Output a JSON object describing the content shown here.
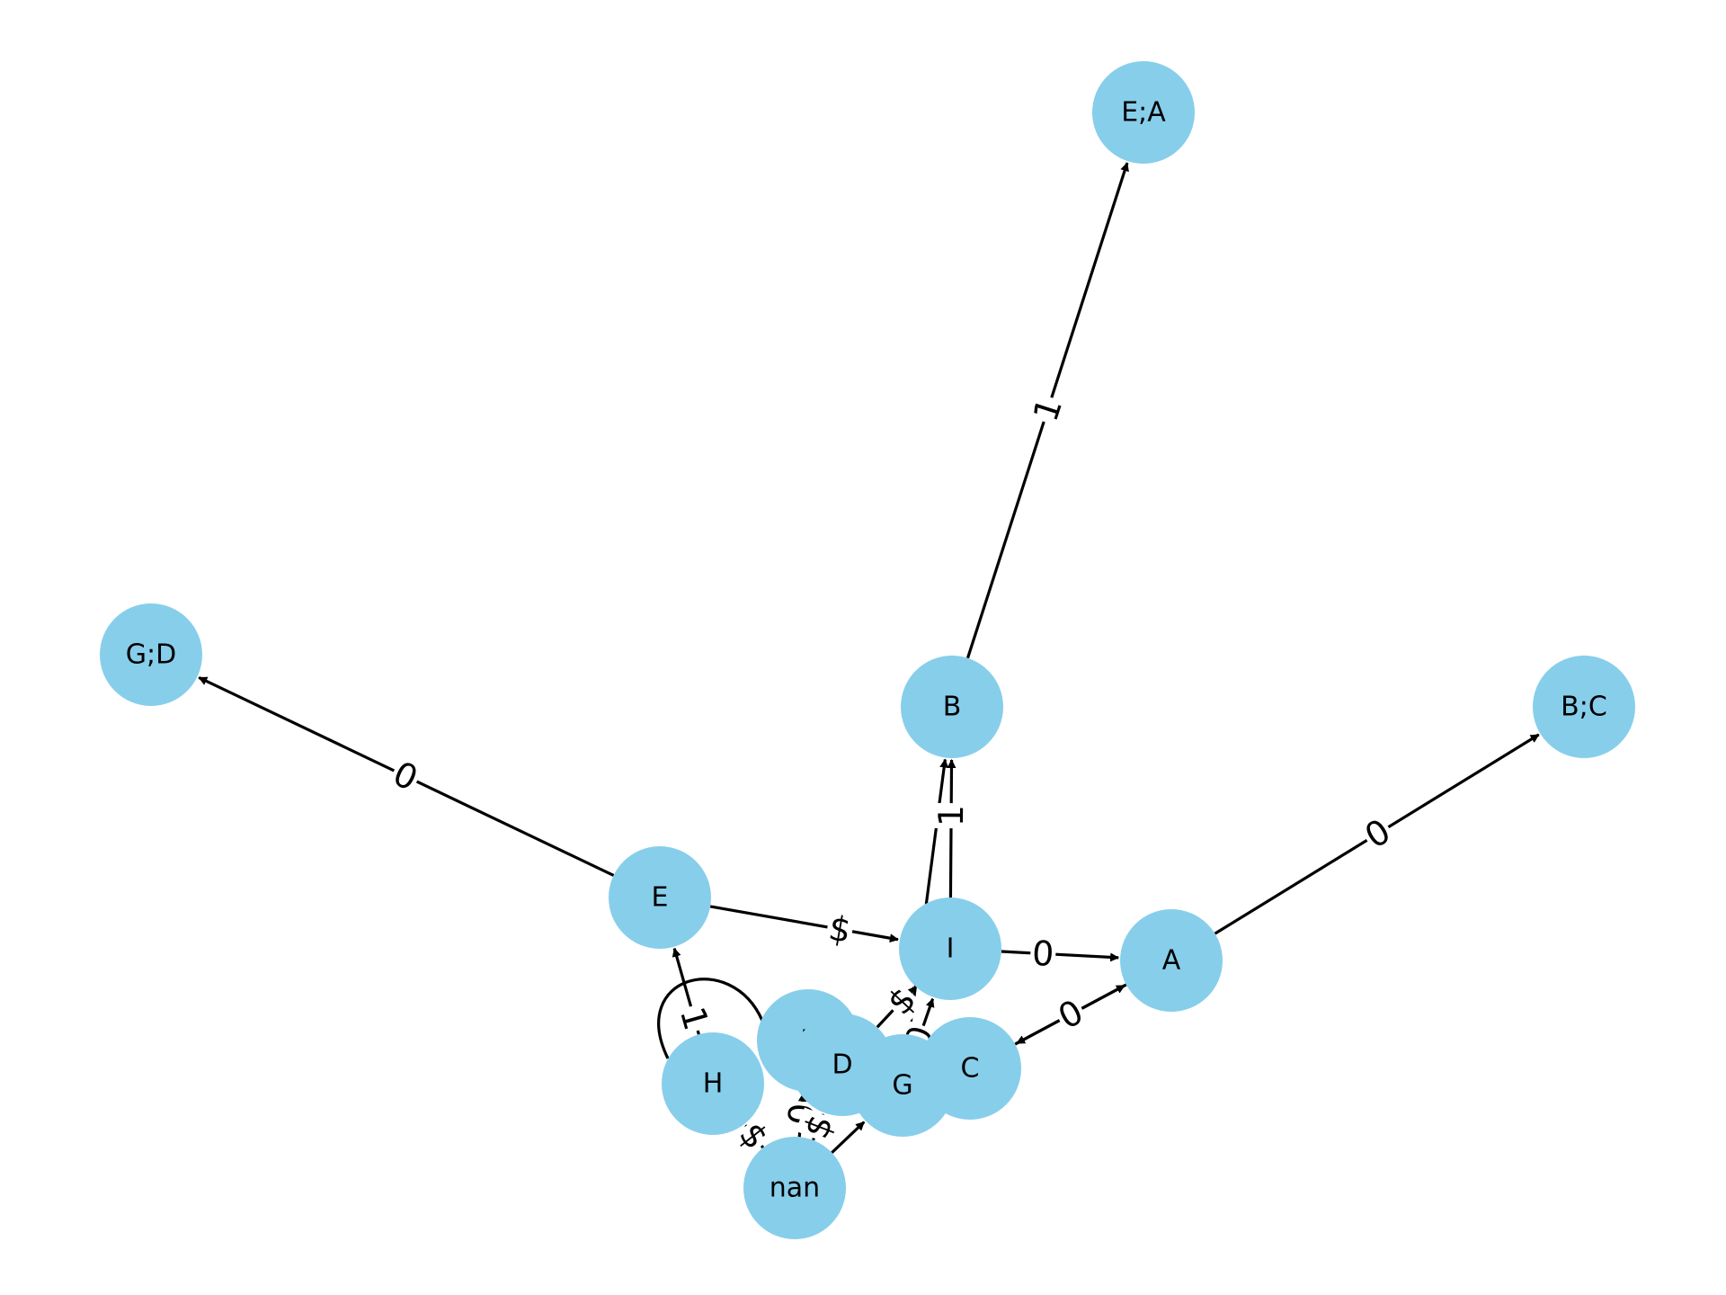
{
  "colors": {
    "node_fill": "#87ceeb",
    "edge": "#000000",
    "label_bg": "#ffffff"
  },
  "graph": {
    "nodes": [
      {
        "id": "EA",
        "label": "E;A"
      },
      {
        "id": "GD",
        "label": "G;D"
      },
      {
        "id": "BC",
        "label": "B;C"
      },
      {
        "id": "B",
        "label": "B"
      },
      {
        "id": "E",
        "label": "E"
      },
      {
        "id": "I",
        "label": "I"
      },
      {
        "id": "A",
        "label": "A"
      },
      {
        "id": "H",
        "label": "H"
      },
      {
        "id": "F",
        "label": "F"
      },
      {
        "id": "D",
        "label": "D"
      },
      {
        "id": "G",
        "label": "G"
      },
      {
        "id": "C",
        "label": "C"
      },
      {
        "id": "nan",
        "label": "nan"
      }
    ],
    "edges": [
      {
        "id": "B-EA",
        "source": "B",
        "target": "EA",
        "label": "1"
      },
      {
        "id": "E-GD",
        "source": "E",
        "target": "GD",
        "label": "0"
      },
      {
        "id": "A-BC",
        "source": "A",
        "target": "BC",
        "label": "0"
      },
      {
        "id": "I-B",
        "source": "I",
        "target": "B",
        "label": "1"
      },
      {
        "id": "I-A",
        "source": "I",
        "target": "A",
        "label": "0"
      },
      {
        "id": "E-I",
        "source": "E",
        "target": "I",
        "label": "$"
      },
      {
        "id": "G-B",
        "source": "G",
        "target": "B",
        "label": "0"
      },
      {
        "id": "G-I",
        "source": "G",
        "target": "I",
        "label": "0"
      },
      {
        "id": "D-I",
        "source": "D",
        "target": "I",
        "label": "$"
      },
      {
        "id": "C-A",
        "source": "C",
        "target": "A",
        "label": "0"
      },
      {
        "id": "A-C",
        "source": "A",
        "target": "C",
        "label": ""
      },
      {
        "id": "H-E",
        "source": "H",
        "target": "E",
        "label": "1"
      },
      {
        "id": "H-H",
        "source": "H",
        "target": "H",
        "label": "",
        "self_loop": true
      },
      {
        "id": "nan-H",
        "source": "nan",
        "target": "H",
        "label": "$"
      },
      {
        "id": "nan-F",
        "source": "nan",
        "target": "F",
        "label": "0"
      },
      {
        "id": "nan-D",
        "source": "nan",
        "target": "D",
        "label": "$"
      },
      {
        "id": "nan-G",
        "source": "nan",
        "target": "G",
        "label": ""
      }
    ]
  }
}
